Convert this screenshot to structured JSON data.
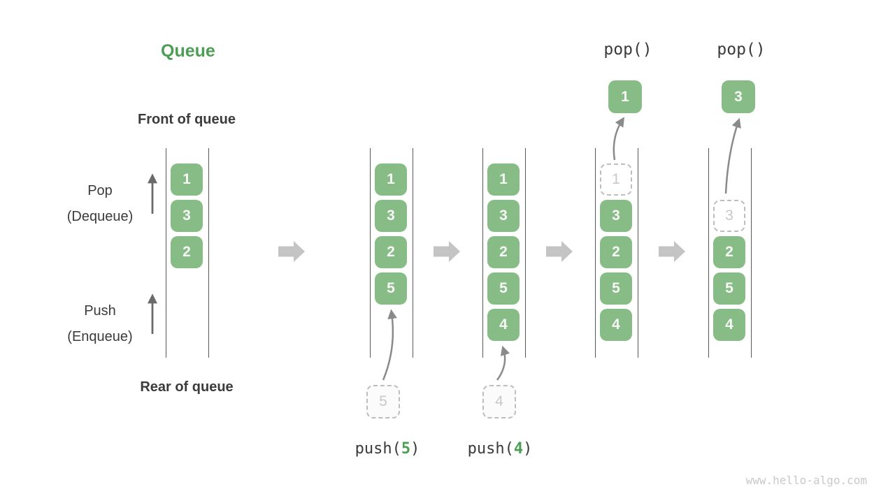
{
  "title": "Queue",
  "labels": {
    "front_of_queue": "Front of queue",
    "rear_of_queue": "Rear of queue",
    "pop_side": "Pop",
    "pop_side_sub": "(Dequeue)",
    "push_side": "Push",
    "push_side_sub": "(Enqueue)"
  },
  "ops": {
    "pop_label": "pop()",
    "push_prefix": "push(",
    "push_suffix": ")"
  },
  "watermark": "www.hello-algo.com",
  "colors": {
    "accent_green": "#4c9e54",
    "box_green": "#88bc87",
    "text_dark": "#3b3b3b",
    "fat_arrow_gray": "#c4c4c4",
    "dashed_border_gray": "#bdbdbd",
    "faded_number_gray": "#c8c8c8",
    "curved_arrow_gray": "#8a8a8a"
  },
  "states": [
    {
      "name": "initial-queue",
      "slots": [
        {
          "v": "1",
          "style": "solid"
        },
        {
          "v": "3",
          "style": "solid"
        },
        {
          "v": "2",
          "style": "solid"
        }
      ]
    },
    {
      "name": "after-push-5",
      "slots": [
        {
          "v": "1",
          "style": "solid"
        },
        {
          "v": "3",
          "style": "solid"
        },
        {
          "v": "2",
          "style": "solid"
        },
        {
          "v": "5",
          "style": "solid"
        }
      ],
      "push": {
        "arg": "5"
      }
    },
    {
      "name": "after-push-4",
      "slots": [
        {
          "v": "1",
          "style": "solid"
        },
        {
          "v": "3",
          "style": "solid"
        },
        {
          "v": "2",
          "style": "solid"
        },
        {
          "v": "5",
          "style": "solid"
        },
        {
          "v": "4",
          "style": "solid"
        }
      ],
      "push": {
        "arg": "4"
      }
    },
    {
      "name": "pop-1",
      "slots": [
        {
          "v": "1",
          "style": "dashed"
        },
        {
          "v": "3",
          "style": "solid"
        },
        {
          "v": "2",
          "style": "solid"
        },
        {
          "v": "5",
          "style": "solid"
        },
        {
          "v": "4",
          "style": "solid"
        }
      ],
      "pop": {
        "value": "1"
      }
    },
    {
      "name": "pop-3",
      "slots": [
        null,
        {
          "v": "3",
          "style": "dashed"
        },
        {
          "v": "2",
          "style": "solid"
        },
        {
          "v": "5",
          "style": "solid"
        },
        {
          "v": "4",
          "style": "solid"
        }
      ],
      "pop": {
        "value": "3"
      }
    }
  ]
}
